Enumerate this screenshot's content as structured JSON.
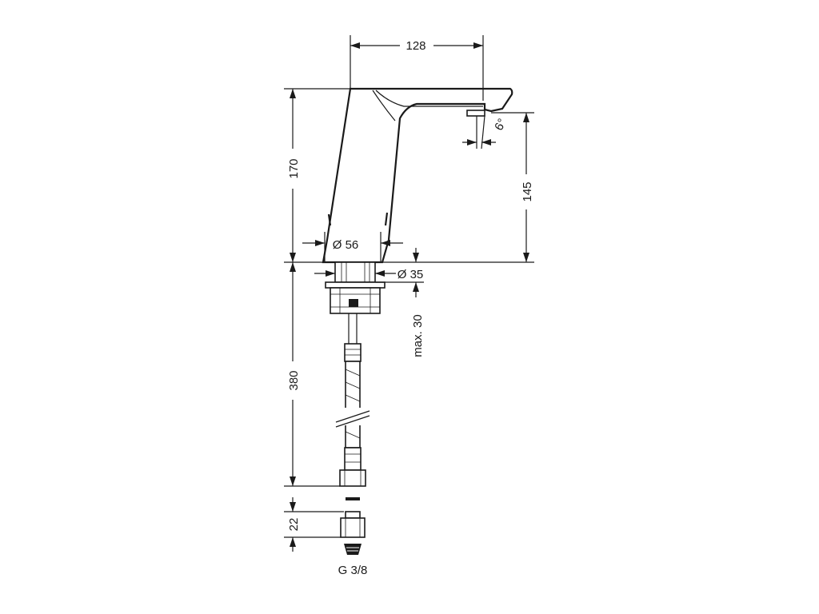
{
  "dimensions": {
    "spout_reach": "128",
    "total_height": "170",
    "outlet_height": "145",
    "spray_angle": "6°",
    "body_diameter": "Ø 56",
    "shank_diameter": "Ø 35",
    "max_deck_thickness": "max. 30",
    "hose_length": "380",
    "connector_length": "22",
    "thread_size": "G 3/8"
  },
  "colors": {
    "line": "#1a1a1a",
    "background": "#ffffff"
  }
}
